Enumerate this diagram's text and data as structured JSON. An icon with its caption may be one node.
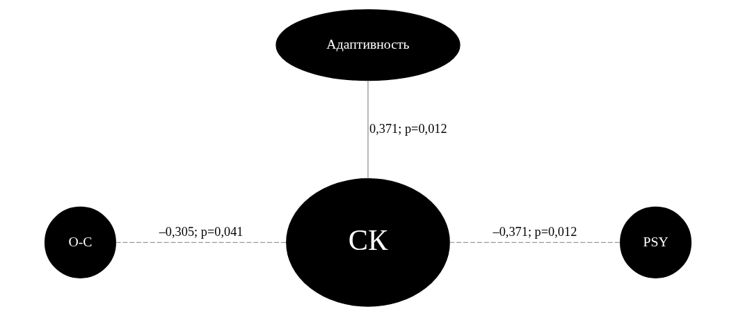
{
  "diagram": {
    "nodes": [
      {
        "text": [
          "Адаптивность"
        ]
      },
      {
        "text": [
          "О-С"
        ]
      },
      {
        "text": [
          "СК"
        ]
      },
      {
        "text": [
          "PSY"
        ]
      }
    ],
    "edges": [
      {
        "from": 0,
        "to": 2,
        "arrow": "none",
        "label": "0,371; p=0,012"
      },
      {
        "from": 1,
        "to": 2,
        "arrow": "none",
        "style": "dashed",
        "label": "–0,305; p=0,041"
      },
      {
        "from": 2,
        "to": 3,
        "arrow": "none",
        "style": "dashed",
        "label": "–0,371; p=0,012"
      }
    ]
  }
}
